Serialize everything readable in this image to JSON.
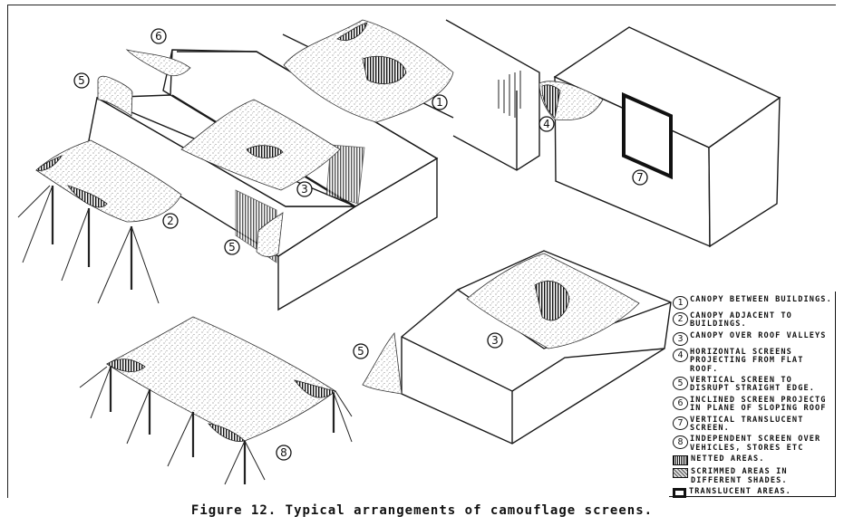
{
  "figure": {
    "caption": "Figure 12.  Typical arrangements of camouflage screens."
  },
  "markers": [
    "1",
    "2",
    "3",
    "3",
    "4",
    "5",
    "5",
    "5",
    "6",
    "7",
    "8"
  ],
  "legend": {
    "items": [
      {
        "num": "1",
        "text": "CANOPY BETWEEN BUILDINGS."
      },
      {
        "num": "2",
        "text": "CANOPY ADJACENT TO BUILDINGS."
      },
      {
        "num": "3",
        "text": "CANOPY OVER ROOF VALLEYS"
      },
      {
        "num": "4",
        "text": "HORIZONTAL SCREENS PROJECTING FROM FLAT ROOF."
      },
      {
        "num": "5",
        "text": "VERTICAL SCREEN TO DISRUPT STRAIGHT EDGE."
      },
      {
        "num": "6",
        "text": "INCLINED SCREEN PROJECTG IN PLANE OF SLOPING ROOF"
      },
      {
        "num": "7",
        "text": "VERTICAL TRANSLUCENT SCREEN."
      },
      {
        "num": "8",
        "text": "INDEPENDENT SCREEN OVER VEHICLES, STORES ETC"
      }
    ],
    "swatches": [
      {
        "type": "netted",
        "text": "NETTED AREAS."
      },
      {
        "type": "scrimmed",
        "text": "SCRIMMED AREAS IN DIFFERENT SHADES."
      },
      {
        "type": "translucent",
        "text": "TRANSLUCENT AREAS."
      }
    ]
  }
}
